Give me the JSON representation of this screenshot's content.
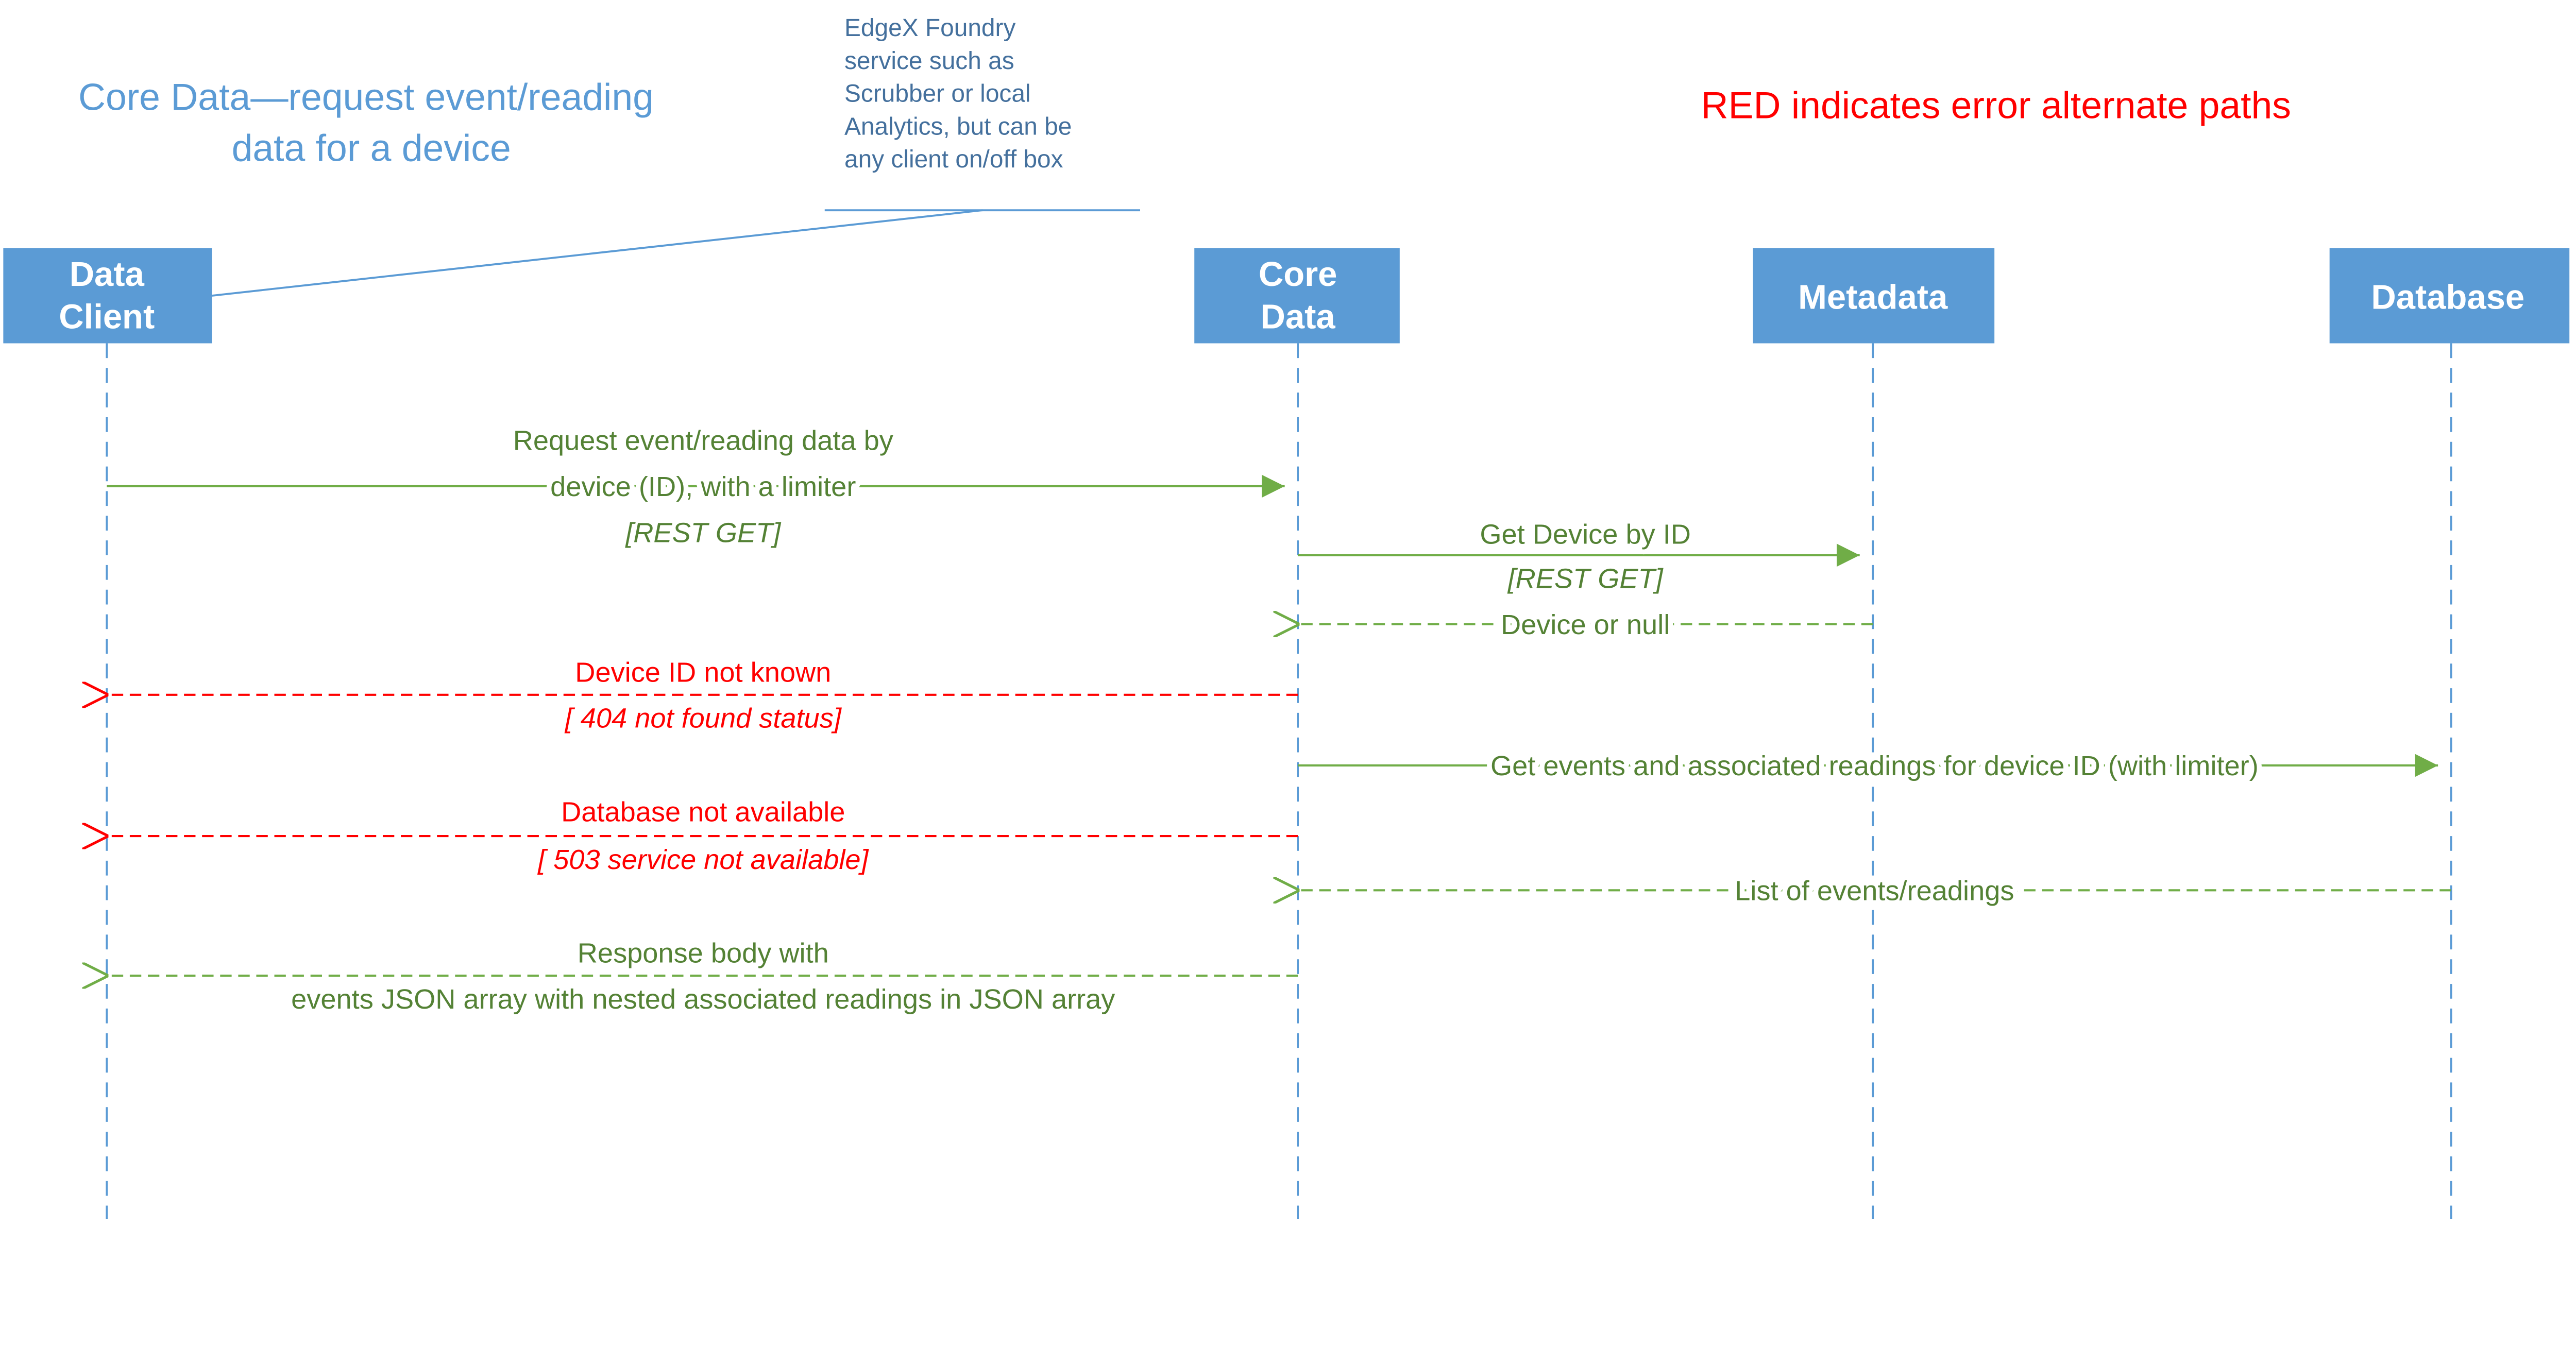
{
  "title": [
    "Core Data—request event/reading",
    "data for a device"
  ],
  "legend_note": "RED indicates error alternate paths",
  "annotation": [
    "EdgeX Foundry",
    "service such as",
    "Scrubber or local",
    "Analytics, but can be",
    "any client on/off box"
  ],
  "actors": [
    {
      "lines": [
        "Data",
        "Client"
      ]
    },
    {
      "lines": [
        "Core",
        "Data"
      ]
    },
    {
      "lines": [
        "Metadata"
      ]
    },
    {
      "lines": [
        "Database"
      ]
    }
  ],
  "messages": [
    {
      "lines": [
        "Request event/reading data by",
        "device (ID), with a limiter",
        "[REST GET]"
      ],
      "style": "solid",
      "from": "Data Client",
      "to": "Core Data"
    },
    {
      "lines": [
        "Get Device by ID",
        "[REST GET]"
      ],
      "style": "solid",
      "from": "Core Data",
      "to": "Metadata"
    },
    {
      "lines": [
        "Device or null"
      ],
      "style": "return",
      "from": "Metadata",
      "to": "Core Data"
    },
    {
      "lines": [
        "Device ID not known",
        "[ 404 not found status]"
      ],
      "style": "error",
      "from": "Core Data",
      "to": "Data Client"
    },
    {
      "lines": [
        "Get events and associated readings for device ID (with limiter)"
      ],
      "style": "solid",
      "from": "Core Data",
      "to": "Database"
    },
    {
      "lines": [
        "Database not available",
        "[ 503 service not available]"
      ],
      "style": "error",
      "from": "Core Data",
      "to": "Data Client"
    },
    {
      "lines": [
        "List of events/readings"
      ],
      "style": "return",
      "from": "Database",
      "to": "Core Data"
    },
    {
      "lines": [
        "Response body with",
        "events JSON array with nested associated readings in JSON array"
      ],
      "style": "return",
      "from": "Core Data",
      "to": "Data Client"
    }
  ],
  "colors": {
    "actor": "#5B9BD5",
    "message": "#70AD47",
    "message_text": "#548235",
    "error": "#FF0000",
    "title": "#5B9BD5",
    "annotation": "#44709D"
  }
}
